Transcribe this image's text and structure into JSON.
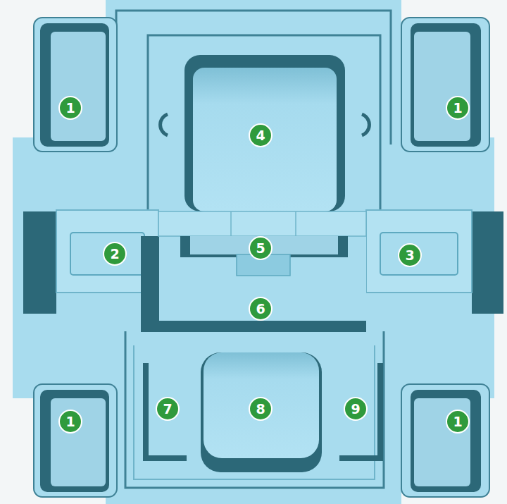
{
  "diagram": {
    "labels": [
      "1",
      "1",
      "4",
      "2",
      "5",
      "3",
      "6",
      "7",
      "8",
      "9",
      "1",
      "1"
    ]
  }
}
